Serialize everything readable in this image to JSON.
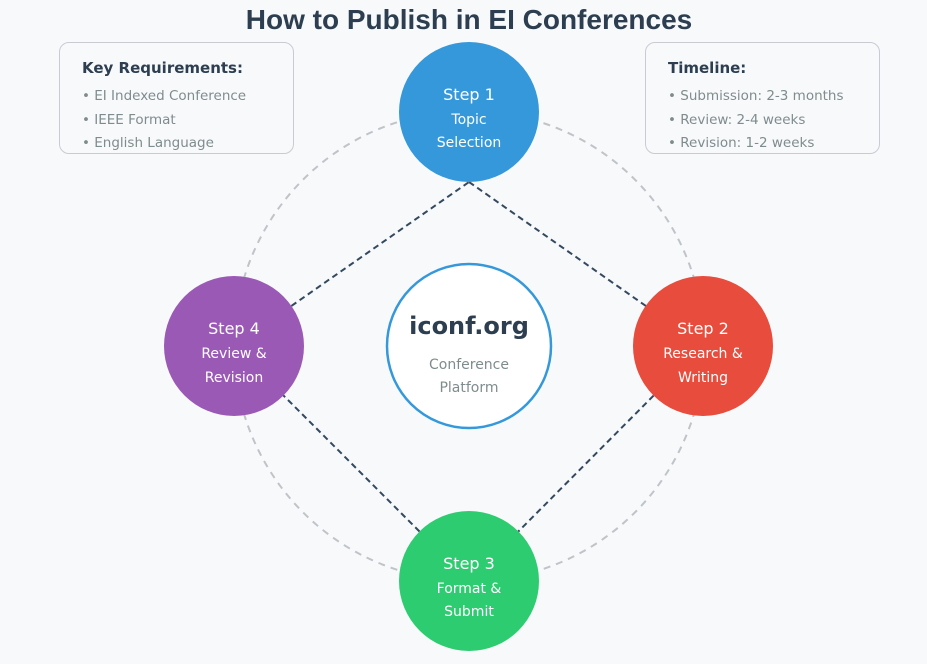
{
  "title": "How to Publish in EI Conferences",
  "colors": {
    "step1": "#3498db",
    "step2": "#e74c3c",
    "step3": "#2ecc71",
    "step4": "#9b59b6",
    "center_border": "#3498db",
    "text_dark": "#2c3e50"
  },
  "center": {
    "title": "iconf.org",
    "line1": "Conference",
    "line2": "Platform"
  },
  "steps": [
    {
      "label": "Step 1",
      "line1": "Topic",
      "line2": "Selection"
    },
    {
      "label": "Step 2",
      "line1": "Research &",
      "line2": "Writing"
    },
    {
      "label": "Step 3",
      "line1": "Format &",
      "line2": "Submit"
    },
    {
      "label": "Step 4",
      "line1": "Review &",
      "line2": "Revision"
    }
  ],
  "requirements": {
    "heading": "Key Requirements:",
    "items": [
      "• EI Indexed Conference",
      "• IEEE Format",
      "• English Language"
    ]
  },
  "timeline": {
    "heading": "Timeline:",
    "items": [
      "• Submission: 2-3 months",
      "• Review: 2-4 weeks",
      "• Revision: 1-2 weeks"
    ]
  }
}
